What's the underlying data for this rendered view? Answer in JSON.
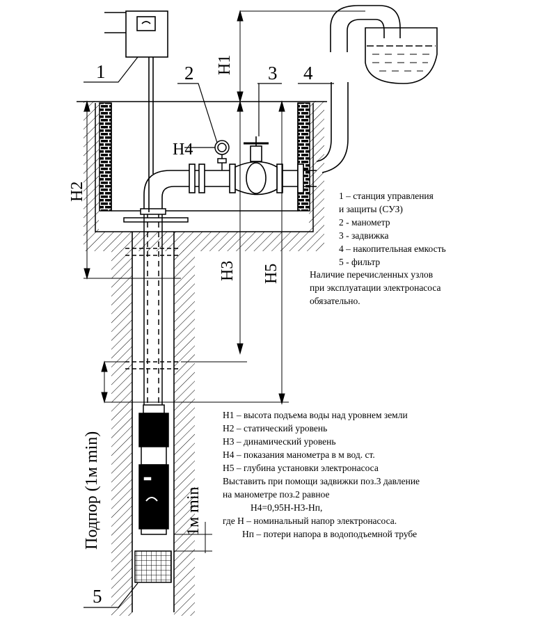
{
  "callouts": {
    "c1": "1",
    "c2": "2",
    "c3": "3",
    "c4": "4",
    "c5": "5"
  },
  "dims": {
    "h1": "Н1",
    "h2": "Н2",
    "h3": "Н3",
    "h4": "Н4",
    "h5": "Н5",
    "min1_side": "1м  min",
    "podpor": "Подпор (1м min)"
  },
  "legend": {
    "item1_line1": "1 – станция управления",
    "item1_line2": "и защиты (СУЗ)",
    "item2": "2 - манометр",
    "item3": "3 - задвижка",
    "item4": "4 – накопительная емкость",
    "item5": "5 - фильтр",
    "note_line1": "Наличие перечисленных   узлов",
    "note_line2": "при эксплуатации электронасоса",
    "note_line3": "обязательно."
  },
  "notes": {
    "h1_def": "Н1 – высота подъема воды над уровнем земли",
    "h2_def": "Н2 – статический уровень",
    "h3_def": "Н3 – динамический уровень",
    "h4_def": "Н4 – показания манометра в м вод. ст.",
    "h5_def": "Н5 – глубина установки электронасоса",
    "set_line1": "Выставить при помощи задвижки поз.3 давление",
    "set_line2": "на манометре поз.2 равное",
    "formula": "Н4=0,95Н-Н3-Нп,",
    "where_h": "где Н – номинальный напор электронасоса.",
    "hp_def": "Нп – потери напора в водоподъемной трубе"
  }
}
